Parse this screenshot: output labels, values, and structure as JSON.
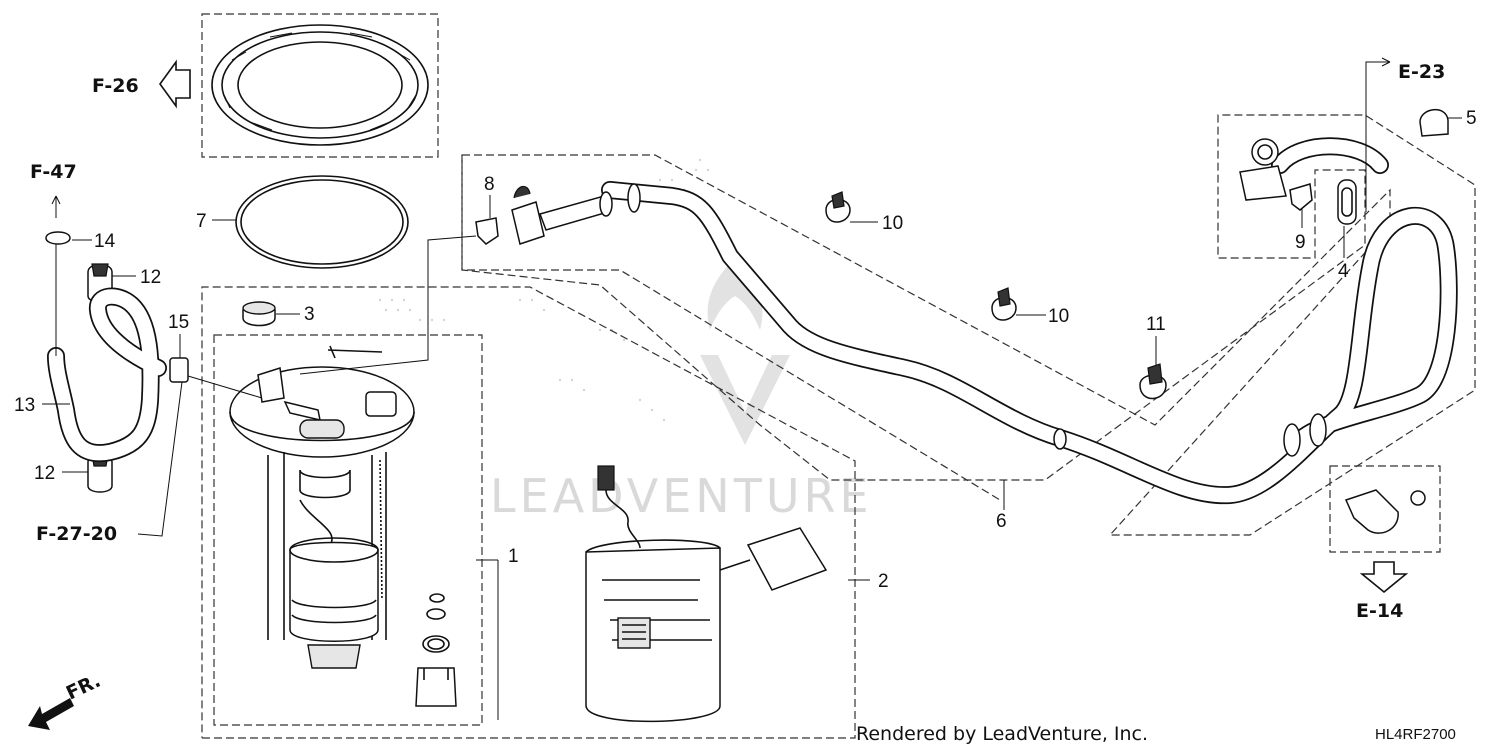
{
  "callouts": {
    "n1": "1",
    "n2": "2",
    "n3": "3",
    "n4": "4",
    "n5": "5",
    "n6": "6",
    "n7": "7",
    "n8": "8",
    "n9": "9",
    "n10a": "10",
    "n10b": "10",
    "n11": "11",
    "n12a": "12",
    "n12b": "12",
    "n13": "13",
    "n14": "14",
    "n15": "15"
  },
  "refs": {
    "f26": "F-26",
    "f47": "F-47",
    "f2720": "F-27-20",
    "e23": "E-23",
    "e14": "E-14"
  },
  "direction_label": "FR.",
  "watermark": "LEADVENTURE",
  "credit": "Rendered by LeadVenture, Inc.",
  "diagram_code": "HL4RF2700"
}
